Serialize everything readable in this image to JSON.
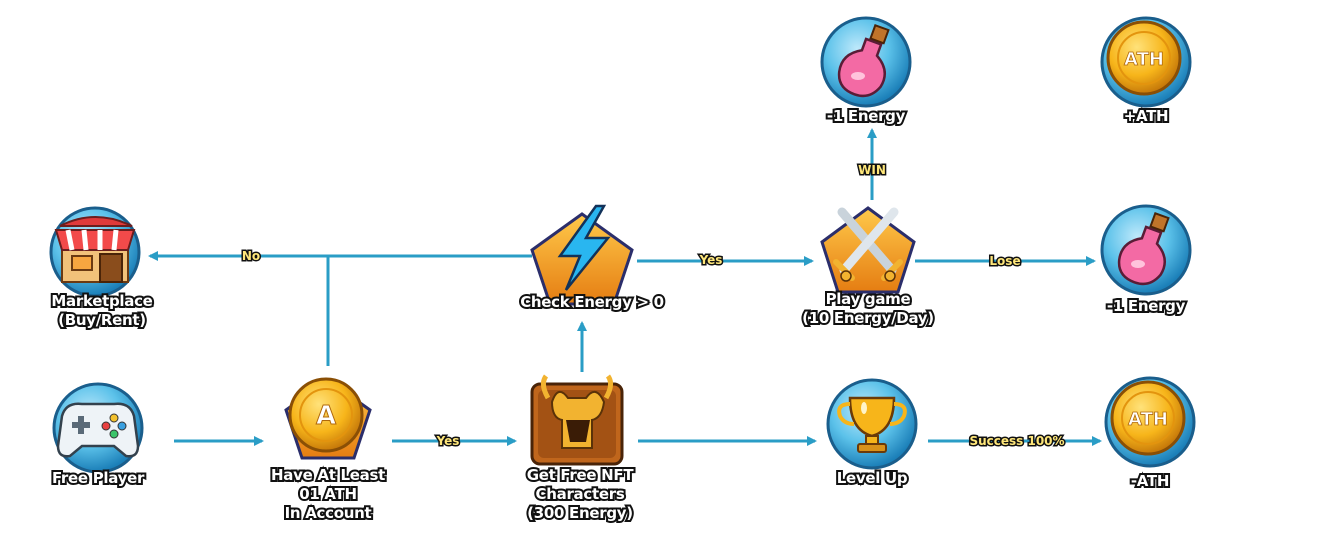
{
  "nodes": {
    "free_player": "Free Player",
    "have_ath": "Have At Least\n01 ATH\nIn Account",
    "get_free_nft": "Get Free NFT\nCharacters\n(300 Energy)",
    "check_energy": "Check Energy > 0",
    "marketplace": "Marketplace\n(Buy/Rent)",
    "play_game": "Play game\n(10 Energy/Day)",
    "win_energy": "-1 Energy",
    "win_ath": "+ATH",
    "lose_energy": "-1 Energy",
    "level_up": "Level Up",
    "minus_ath": "-ATH"
  },
  "edges": {
    "have_ath_yes": "Yes",
    "check_energy_no": "No",
    "check_energy_yes": "Yes",
    "play_win": "WIN",
    "play_lose": "Lose",
    "level_success": "Success 100%"
  },
  "icons": {
    "ath_coin_text": "ATH",
    "a_coin_text": "A"
  },
  "colors": {
    "arrow": "#2a9dc6",
    "bubble": "#5cc2ea",
    "pentagon": "#f5a12a",
    "coin": "#f7b51a"
  }
}
